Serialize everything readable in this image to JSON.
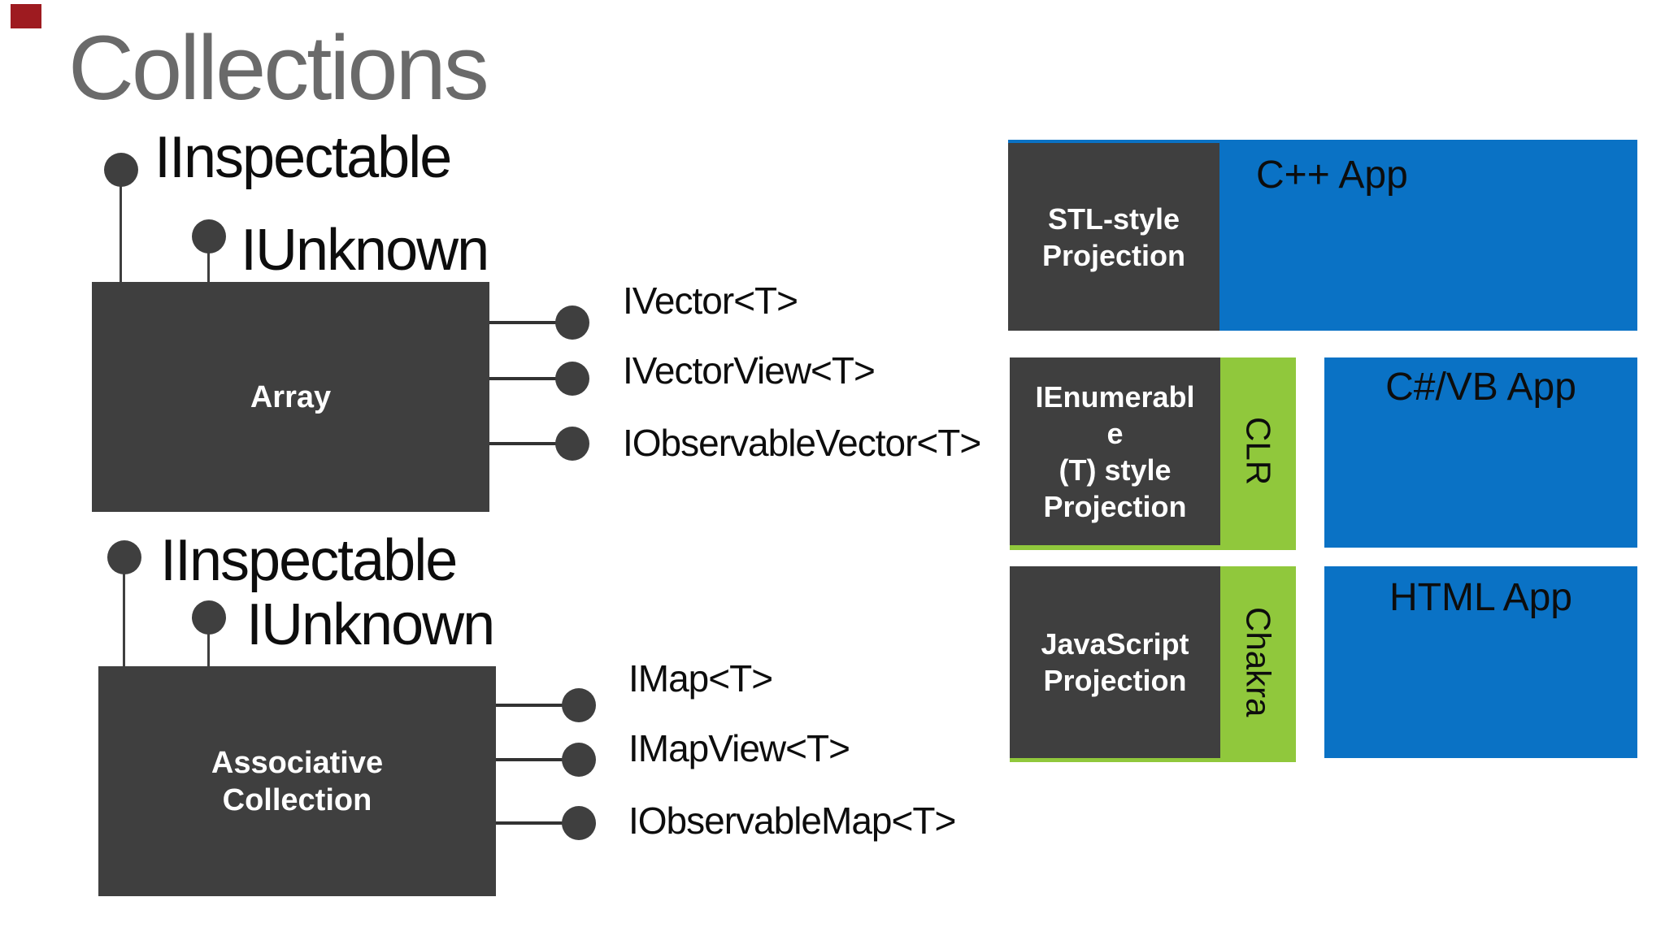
{
  "slide": {
    "title": "Collections"
  },
  "palette": {
    "dark_box": "#3f3f3f",
    "blue": "#0a72c5",
    "green": "#90c83c",
    "title_gray": "#6a6a6a",
    "marker_red": "#9e1b20",
    "box_text": "#ffffff",
    "text_black": "#0d0d0d"
  },
  "diagram": {
    "groups": [
      {
        "box_label": "Array",
        "inherits": [
          {
            "label": "IInspectable"
          },
          {
            "label": "IUnknown"
          }
        ],
        "interfaces": [
          {
            "label": "IVector<T>"
          },
          {
            "label": "IVectorView<T>"
          },
          {
            "label": "IObservableVector<T>"
          }
        ]
      },
      {
        "box_label": "Associative\nCollection",
        "inherits": [
          {
            "label": "IInspectable"
          },
          {
            "label": "IUnknown"
          }
        ],
        "interfaces": [
          {
            "label": "IMap<T>"
          },
          {
            "label": "IMapView<T>"
          },
          {
            "label": "IObservableMap<T>"
          }
        ]
      }
    ]
  },
  "projections": {
    "rows": [
      {
        "projection": "STL-style\nProjection",
        "app": "C++ App"
      },
      {
        "projection": "IEnumerabl\ne\n(T) style\nProjection",
        "runtime": "CLR",
        "app": "C#/VB App"
      },
      {
        "projection": "JavaScript\nProjection",
        "runtime": "Chakra",
        "app": "HTML App"
      }
    ]
  }
}
